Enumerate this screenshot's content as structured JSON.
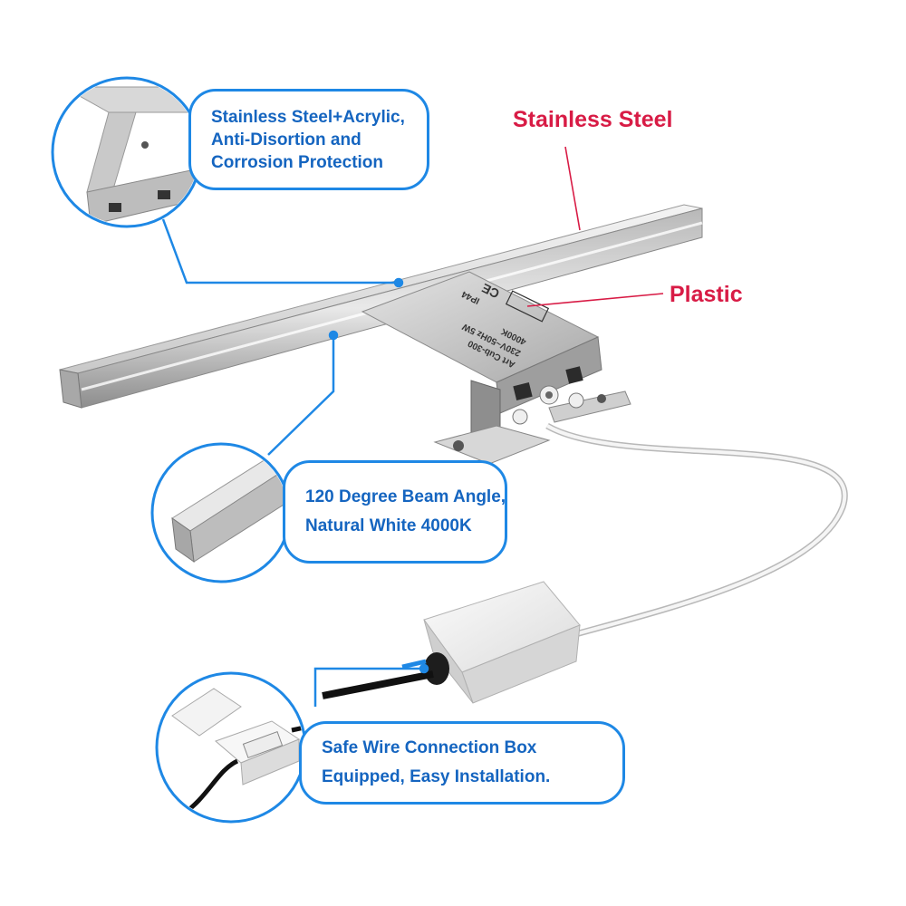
{
  "callouts": {
    "bracket_material": {
      "line1": "Stainless Steel+Acrylic,",
      "line2": "Anti-Disortion and",
      "line3": "Corrosion Protection"
    },
    "beam": {
      "line1": "120 Degree Beam Angle,",
      "line2": "Natural White 4000K"
    },
    "connection_box": {
      "line1": "Safe Wire Connection Box",
      "line2": "Equipped, Easy Installation."
    }
  },
  "part_labels": {
    "bar": "Stainless Steel",
    "housing": "Plastic"
  },
  "product_label": {
    "line1": "Art Cub-300",
    "line2": "230V~50Hz 5W",
    "line3": "4000K",
    "line4": "IP44",
    "ce_mark": "CE"
  },
  "colors": {
    "callout_blue": "#1e88e5",
    "callout_text": "#1565c0",
    "part_label_red": "#d81b45",
    "background": "#ffffff"
  }
}
